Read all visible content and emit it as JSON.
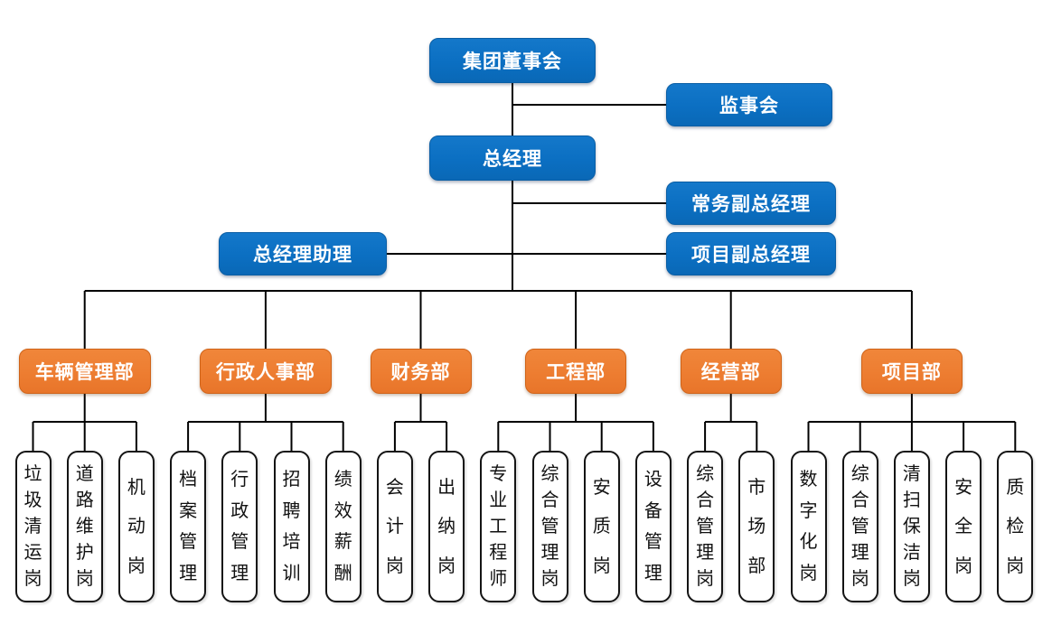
{
  "nodes": {
    "board": "集团董事会",
    "supervisory": "监事会",
    "general_manager": "总经理",
    "executive_deputy_gm": "常务副总经理",
    "gm_assistant": "总经理助理",
    "project_deputy_gm": "项目副总经理"
  },
  "departments": [
    {
      "name": "车辆管理部",
      "children": [
        "垃圾清运岗",
        "道路维护岗",
        "机动岗"
      ]
    },
    {
      "name": "行政人事部",
      "children": [
        "档案管理",
        "行政管理",
        "招聘培训",
        "绩效薪酬"
      ]
    },
    {
      "name": "财务部",
      "children": [
        "会计岗",
        "出纳岗"
      ]
    },
    {
      "name": "工程部",
      "children": [
        "专业工程师",
        "综合管理岗",
        "安质岗",
        "设备管理"
      ]
    },
    {
      "name": "经营部",
      "children": [
        "综合管理岗",
        "市场部"
      ]
    },
    {
      "name": "项目部",
      "children": [
        "数字化岗",
        "综合管理岗",
        "清扫保洁岗",
        "安全岗",
        "质检岗"
      ]
    }
  ],
  "colors": {
    "executive_fill": "#0B70C2",
    "department_fill": "#ED7D31",
    "node_text": "#FFFFFF",
    "post_text": "#111111",
    "post_fill": "#FFFFFF",
    "connector": "#000000",
    "background": "#FFFFFF"
  }
}
